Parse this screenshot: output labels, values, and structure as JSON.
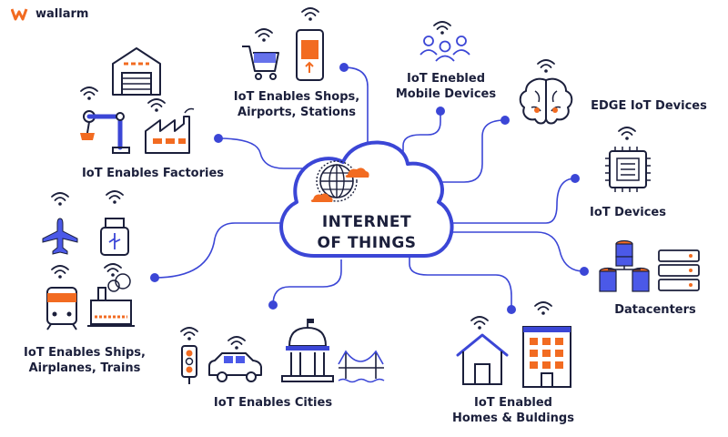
{
  "brand": {
    "name": "wallarm",
    "accent": "#f26b21"
  },
  "hub": {
    "line1": "INTERNET",
    "line2": "OF THINGS"
  },
  "colors": {
    "line": "#3b46d6",
    "ink": "#1b1f3b",
    "accent": "#f26b21",
    "blue": "#4b59e8"
  },
  "nodes": {
    "shops": {
      "line1": "IoT Enables Shops,",
      "line2": "Airports, Stations",
      "icons": [
        "wifi-icon",
        "shopping-cart-icon",
        "smartphone-icon"
      ]
    },
    "mobile": {
      "line1": "IoT Enebled",
      "line2": "Mobile Devices",
      "icons": [
        "people-icon"
      ]
    },
    "edge": {
      "line1": "EDGE IoT Devices",
      "icons": [
        "brain-icon",
        "wifi-icon"
      ]
    },
    "devices": {
      "line1": "IoT Devices",
      "icons": [
        "chip-icon",
        "wifi-icon"
      ]
    },
    "datacenters": {
      "line1": "Datacenters",
      "icons": [
        "database-icon",
        "server-icon"
      ]
    },
    "homes": {
      "line1": "IoT Enabled",
      "line2": "Homes & Buldings",
      "icons": [
        "house-icon",
        "building-icon",
        "wifi-icon"
      ]
    },
    "cities": {
      "line1": "IoT Enables Cities",
      "icons": [
        "traffic-light-icon",
        "car-icon",
        "government-building-icon",
        "bridge-icon",
        "wifi-icon"
      ]
    },
    "transport": {
      "line1": "IoT Enables Ships,",
      "line2": "Airplanes, Trains",
      "icons": [
        "airplane-icon",
        "usb-icon",
        "train-icon",
        "ship-icon",
        "wifi-icon"
      ]
    },
    "factories": {
      "line1": "IoT Enables Factories",
      "icons": [
        "warehouse-icon",
        "robot-arm-icon",
        "factory-icon",
        "wifi-icon"
      ]
    }
  }
}
